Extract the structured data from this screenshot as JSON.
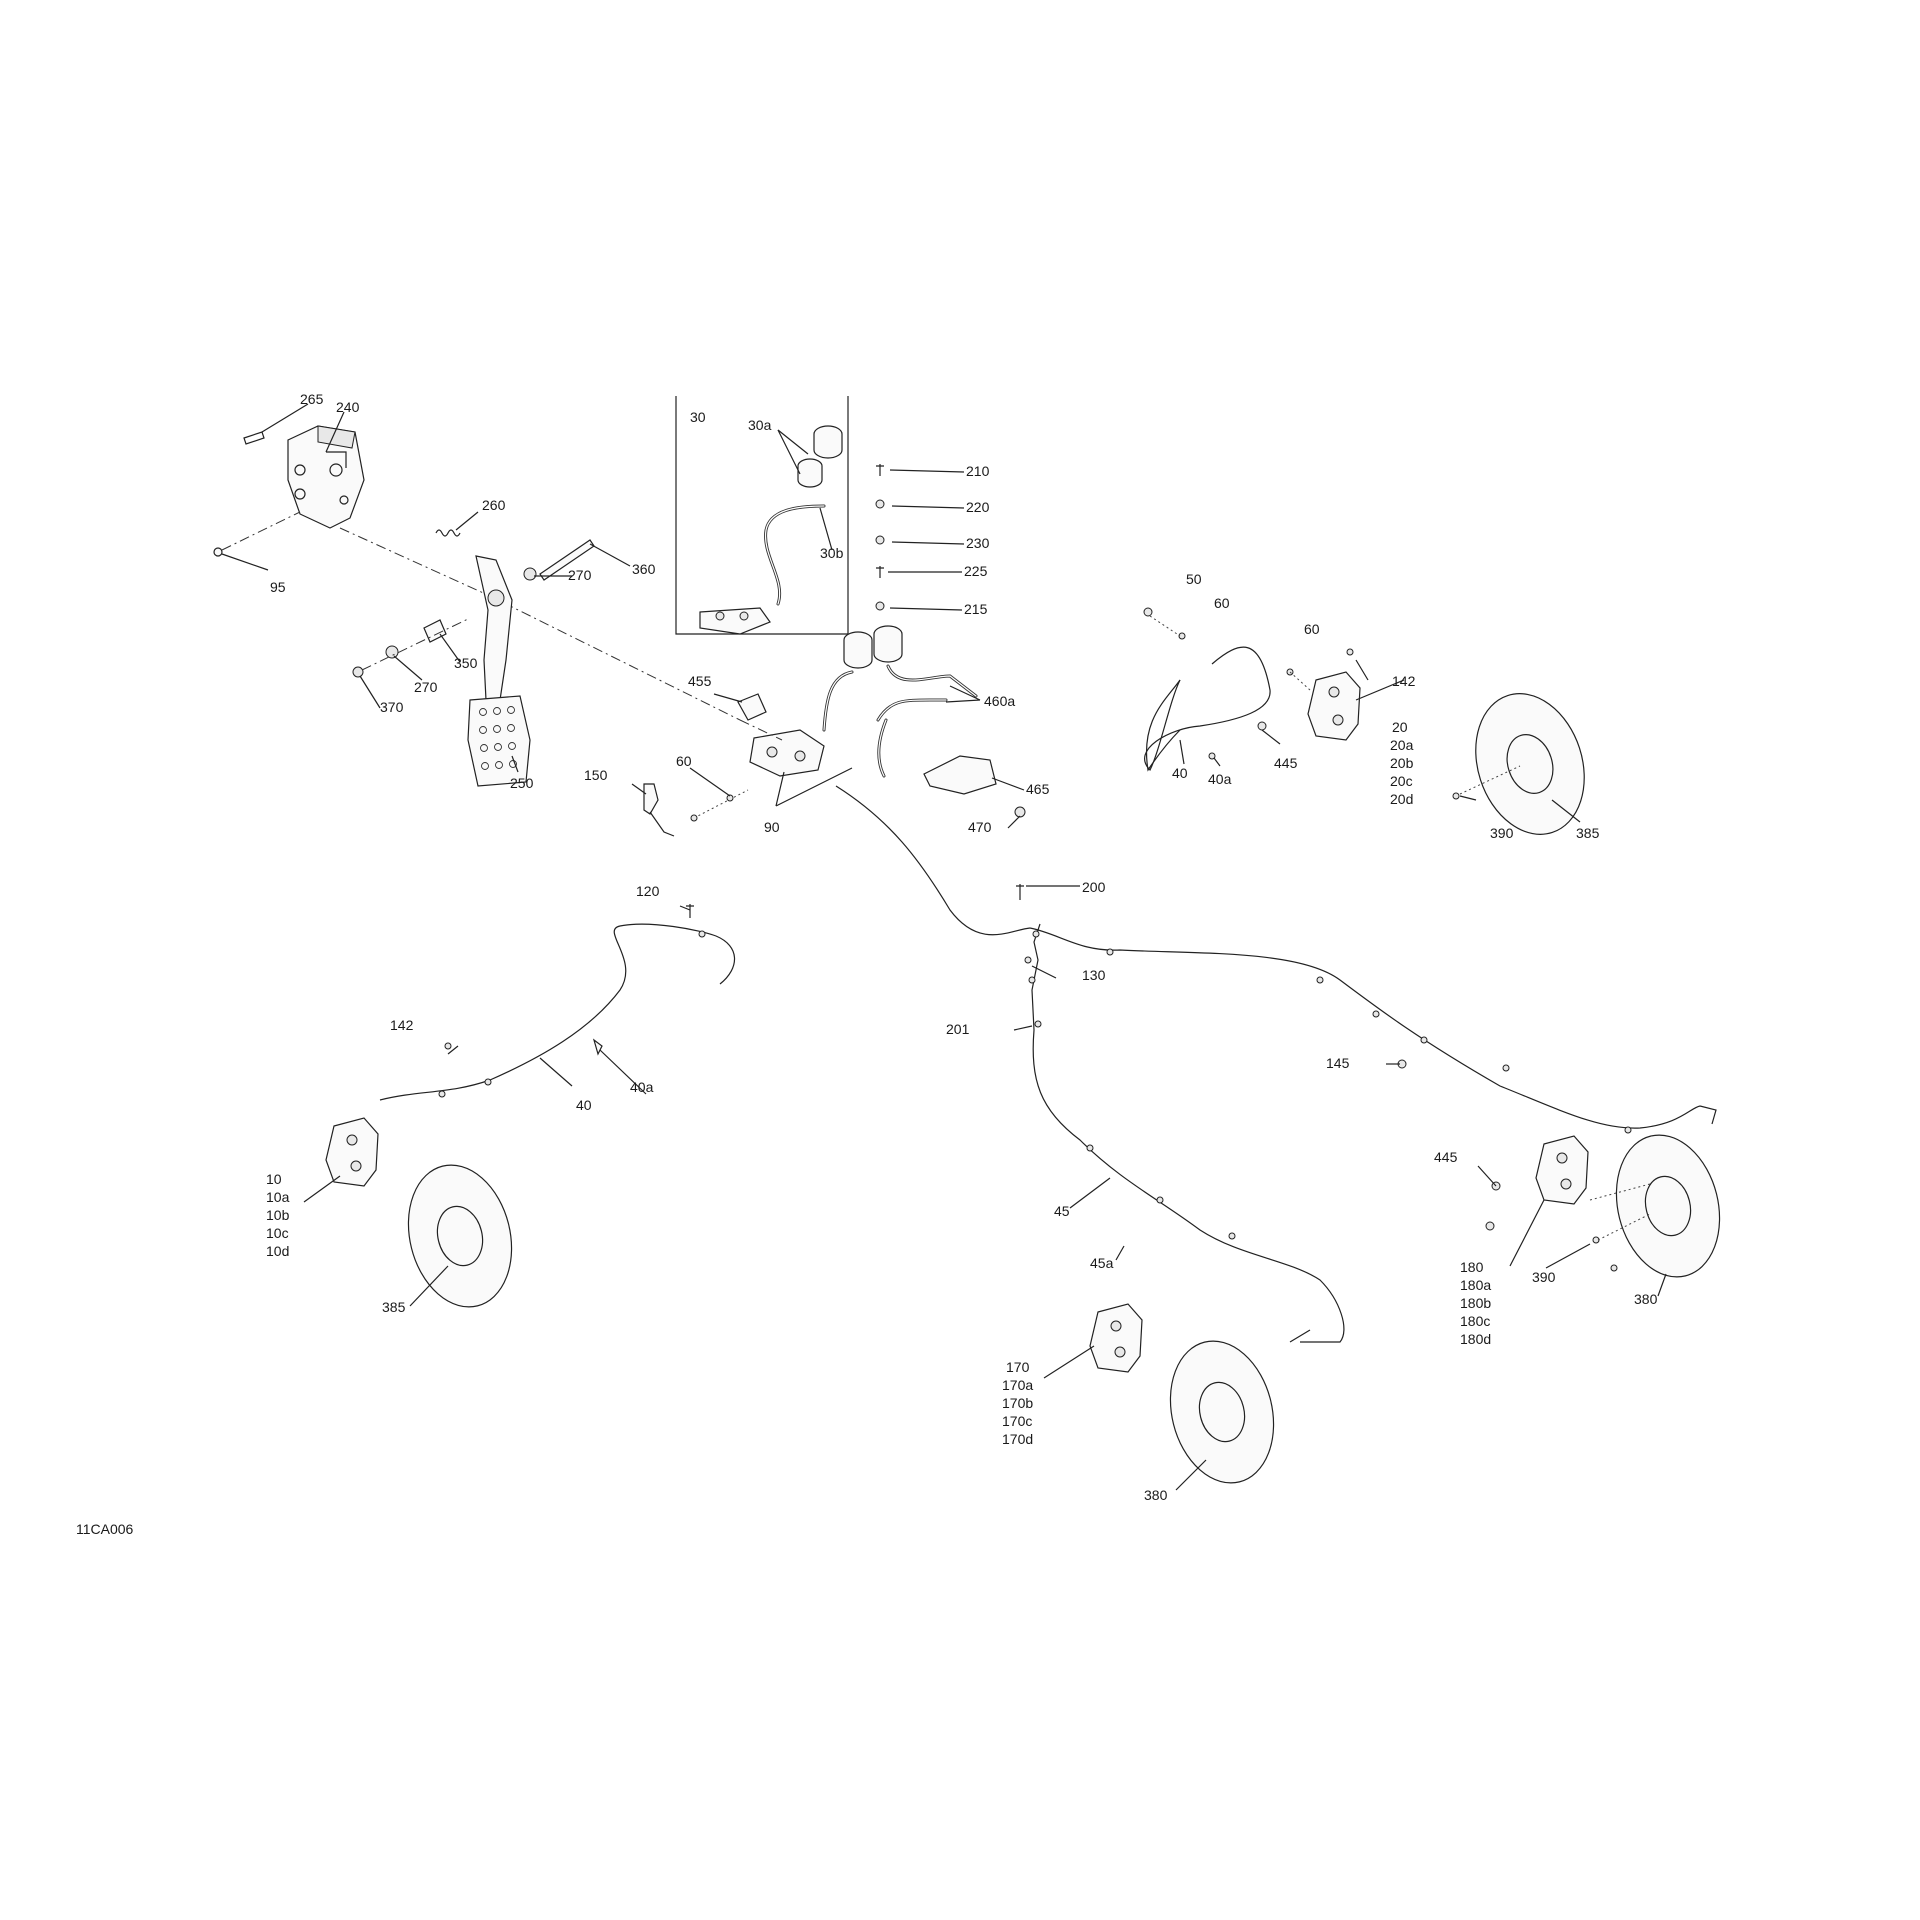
{
  "diagram": {
    "reference_code": "11CA006",
    "callouts": [
      {
        "id": "c265",
        "text": "265"
      },
      {
        "id": "c240",
        "text": "240"
      },
      {
        "id": "c260",
        "text": "260"
      },
      {
        "id": "c95",
        "text": "95"
      },
      {
        "id": "c360",
        "text": "360"
      },
      {
        "id": "c270a",
        "text": "270"
      },
      {
        "id": "c350",
        "text": "350"
      },
      {
        "id": "c270b",
        "text": "270"
      },
      {
        "id": "c370",
        "text": "370"
      },
      {
        "id": "c250",
        "text": "250"
      },
      {
        "id": "c30",
        "text": "30"
      },
      {
        "id": "c30a",
        "text": "30a"
      },
      {
        "id": "c30b",
        "text": "30b"
      },
      {
        "id": "c210",
        "text": "210"
      },
      {
        "id": "c220",
        "text": "220"
      },
      {
        "id": "c230",
        "text": "230"
      },
      {
        "id": "c225",
        "text": "225"
      },
      {
        "id": "c215",
        "text": "215"
      },
      {
        "id": "c455",
        "text": "455"
      },
      {
        "id": "c460a",
        "text": "460a"
      },
      {
        "id": "c150",
        "text": "150"
      },
      {
        "id": "c60a",
        "text": "60"
      },
      {
        "id": "c90",
        "text": "90"
      },
      {
        "id": "c465",
        "text": "465"
      },
      {
        "id": "c470",
        "text": "470"
      },
      {
        "id": "c50",
        "text": "50"
      },
      {
        "id": "c60b",
        "text": "60"
      },
      {
        "id": "c60c",
        "text": "60"
      },
      {
        "id": "c142a",
        "text": "142"
      },
      {
        "id": "c20",
        "text": "20"
      },
      {
        "id": "c20a",
        "text": "20a"
      },
      {
        "id": "c20b",
        "text": "20b"
      },
      {
        "id": "c20c",
        "text": "20c"
      },
      {
        "id": "c20d",
        "text": "20d"
      },
      {
        "id": "c40a1",
        "text": "40"
      },
      {
        "id": "c40aa",
        "text": "40a"
      },
      {
        "id": "c445a",
        "text": "445"
      },
      {
        "id": "c390a",
        "text": "390"
      },
      {
        "id": "c385a",
        "text": "385"
      },
      {
        "id": "c200",
        "text": "200"
      },
      {
        "id": "c120",
        "text": "120"
      },
      {
        "id": "c130",
        "text": "130"
      },
      {
        "id": "c201",
        "text": "201"
      },
      {
        "id": "c142b",
        "text": "142"
      },
      {
        "id": "c145",
        "text": "145"
      },
      {
        "id": "c40b",
        "text": "40"
      },
      {
        "id": "c40ab",
        "text": "40a"
      },
      {
        "id": "c10",
        "text": "10"
      },
      {
        "id": "c10a",
        "text": "10a"
      },
      {
        "id": "c10b",
        "text": "10b"
      },
      {
        "id": "c10c",
        "text": "10c"
      },
      {
        "id": "c10d",
        "text": "10d"
      },
      {
        "id": "c385b",
        "text": "385"
      },
      {
        "id": "c445b",
        "text": "445"
      },
      {
        "id": "c45",
        "text": "45"
      },
      {
        "id": "c45a",
        "text": "45a"
      },
      {
        "id": "c180",
        "text": "180"
      },
      {
        "id": "c180a",
        "text": "180a"
      },
      {
        "id": "c180b",
        "text": "180b"
      },
      {
        "id": "c180c",
        "text": "180c"
      },
      {
        "id": "c180d",
        "text": "180d"
      },
      {
        "id": "c390b",
        "text": "390"
      },
      {
        "id": "c380a",
        "text": "380"
      },
      {
        "id": "c170",
        "text": "170"
      },
      {
        "id": "c170a",
        "text": "170a"
      },
      {
        "id": "c170b",
        "text": "170b"
      },
      {
        "id": "c170c",
        "text": "170c"
      },
      {
        "id": "c170d",
        "text": "170d"
      },
      {
        "id": "c380b",
        "text": "380"
      }
    ]
  }
}
